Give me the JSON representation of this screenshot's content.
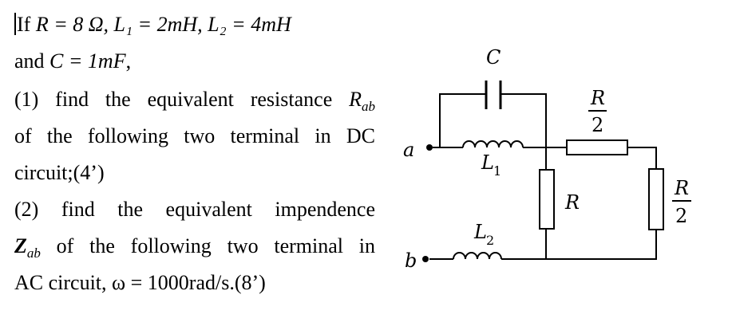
{
  "problem": {
    "line1": {
      "lead": "If ",
      "values": "R = 8 Ω,  L₁ = 2mH,  L₂ = 4mH"
    },
    "line2": {
      "lead": "and ",
      "values": "C = 1mF",
      "tail": ","
    },
    "line3": {
      "text": "(1) find the equivalent resistance ",
      "sym": "R",
      "sub": "ab"
    },
    "line4": {
      "text": "of the following two terminal in DC"
    },
    "line5": {
      "text": "circuit;(4’)"
    },
    "line6": {
      "text": "(2) find the equivalent impendence"
    },
    "line7": {
      "sym": "Z",
      "sub": "ab",
      "text": " of the following two terminal in"
    },
    "line8": {
      "text": "AC circuit,  ω = 1000rad/s.(8’)"
    }
  },
  "circuit": {
    "terminal_a": "a",
    "terminal_b": "b",
    "capacitor": "C",
    "inductor1": {
      "sym": "L",
      "sub": "1"
    },
    "inductor2": {
      "sym": "L",
      "sub": "2"
    },
    "resistor_mid": "R",
    "resistor_series": {
      "num": "R",
      "den": "2"
    },
    "resistor_right": {
      "num": "R",
      "den": "2"
    },
    "wire_color": "#000000"
  }
}
